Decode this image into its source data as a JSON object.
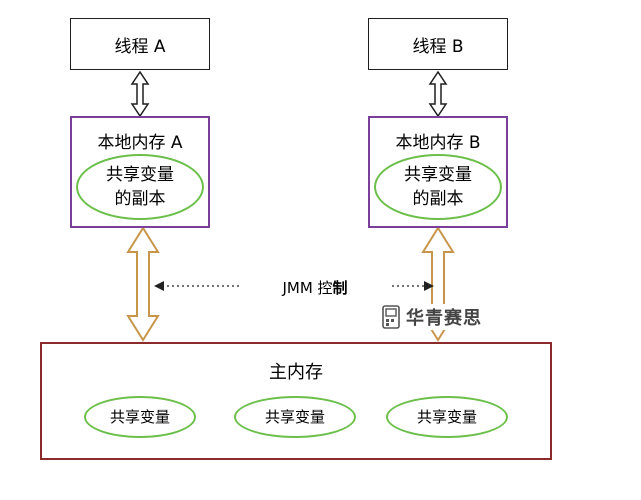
{
  "thread_a": "线程 A",
  "thread_b": "线程 B",
  "local_a": {
    "title": "本地内存 A",
    "ellipse": [
      "共享变量",
      "的副本"
    ]
  },
  "local_b": {
    "title": "本地内存 B",
    "ellipse": [
      "共享变量",
      "的副本"
    ]
  },
  "jmm_label": "JMM 控",
  "jmm_label_bold": "制",
  "watermark": "华青赛思",
  "main_memory": {
    "title": "主内存",
    "shared_vars": [
      "共享变量",
      "共享变量",
      "共享变量"
    ]
  },
  "colors": {
    "thread_border": "#1f1f1f",
    "local_border": "#7a3f99",
    "ellipse_border": "#6bbf4a",
    "main_border": "#8b2a2a",
    "sync_arrow": "#c8964a"
  }
}
